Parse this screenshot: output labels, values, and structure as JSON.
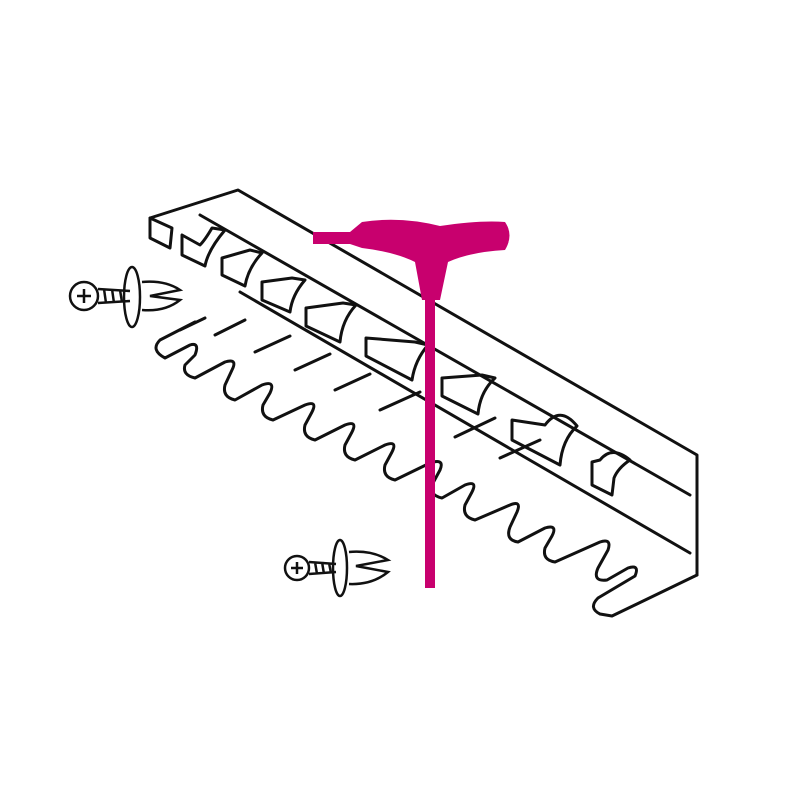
{
  "colors": {
    "line": "#111111",
    "tool": "#c8006e",
    "background": "#ffffff"
  },
  "illustration": {
    "slot_count": 7,
    "clip_count": 9,
    "screw_count": 2,
    "icons": [
      "tool-rack-icon",
      "t-handle-hex-key-icon",
      "screw-with-anchor-icon"
    ]
  }
}
